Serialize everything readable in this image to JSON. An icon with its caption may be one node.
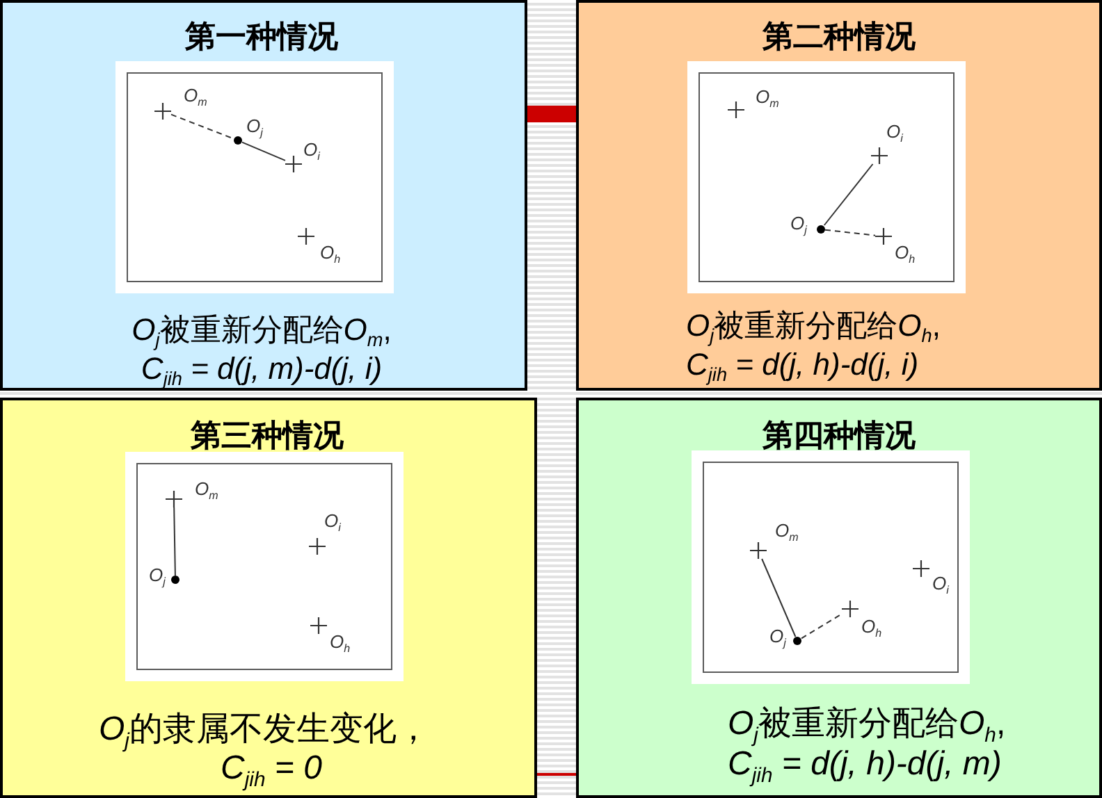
{
  "diagram": {
    "nodes": [
      {
        "text": [
          "第一种情况",
          "O$_{j}$被重新分配给O$_{m}$,",
          "C$_{jih}$ = d(j, m)-d(j, i)"
        ]
      },
      {
        "text": [],
        "shape": "box",
        "in": 0
      },
      {
        "text": [],
        "shape": "cross",
        "beside": [
          "O$_{m}$"
        ],
        "in": 1
      },
      {
        "text": [],
        "shape": "dot",
        "beside": [
          "O$_{j}$"
        ],
        "in": 1
      },
      {
        "text": [],
        "shape": "cross",
        "beside": [
          "O$_{i}$"
        ],
        "in": 1
      },
      {
        "text": [],
        "shape": "cross",
        "beside": [
          "O$_{h}$"
        ],
        "in": 1
      },
      {
        "text": [
          "第二种情况",
          "O$_{j}$被重新分配给O$_{h}$,",
          "C$_{jih}$ = d(j, h)-d(j, i)"
        ]
      },
      {
        "text": [],
        "shape": "box",
        "in": 6
      },
      {
        "text": [],
        "shape": "cross",
        "beside": [
          "O$_{m}$"
        ],
        "in": 7
      },
      {
        "text": [],
        "shape": "cross",
        "beside": [
          "O$_{i}$"
        ],
        "in": 7
      },
      {
        "text": [],
        "shape": "dot",
        "beside": [
          "O$_{j}$"
        ],
        "in": 7
      },
      {
        "text": [],
        "shape": "cross",
        "beside": [
          "O$_{h}$"
        ],
        "in": 7
      },
      {
        "text": [
          "第三种情况",
          "O$_{j}$的隶属不发生变化，",
          "C$_{jih}$ = 0"
        ]
      },
      {
        "text": [],
        "shape": "box",
        "in": 12
      },
      {
        "text": [],
        "shape": "cross",
        "beside": [
          "O$_{m}$"
        ],
        "in": 13
      },
      {
        "text": [],
        "shape": "cross",
        "beside": [
          "O$_{i}$"
        ],
        "in": 13
      },
      {
        "text": [],
        "shape": "dot",
        "beside": [
          "O$_{j}$"
        ],
        "in": 13
      },
      {
        "text": [],
        "shape": "cross",
        "beside": [
          "O$_{h}$"
        ],
        "in": 13
      },
      {
        "text": [
          "第四种情况",
          "O$_{j}$被重新分配给O$_{h}$,",
          "C$_{jih}$ = d(j, h)-d(j, m)"
        ]
      },
      {
        "text": [],
        "shape": "box",
        "in": 18
      },
      {
        "text": [],
        "shape": "cross",
        "beside": [
          "O$_{m}$"
        ],
        "in": 19
      },
      {
        "text": [],
        "shape": "cross",
        "beside": [
          "O$_{i}$"
        ],
        "in": 19
      },
      {
        "text": [],
        "shape": "cross",
        "beside": [
          "O$_{h}$"
        ],
        "in": 19
      },
      {
        "text": [],
        "shape": "dot",
        "beside": [
          "O$_{j}$"
        ],
        "in": 19
      }
    ],
    "edges": [
      {
        "from": 2,
        "to": 3,
        "arrow": "none",
        "style": "dashed"
      },
      {
        "from": 3,
        "to": 4,
        "arrow": "none"
      },
      {
        "from": 10,
        "to": 9,
        "arrow": "none"
      },
      {
        "from": 10,
        "to": 11,
        "arrow": "none",
        "style": "dashed"
      },
      {
        "from": 14,
        "to": 16,
        "arrow": "none"
      },
      {
        "from": 20,
        "to": 23,
        "arrow": "none"
      },
      {
        "from": 23,
        "to": 22,
        "arrow": "none",
        "style": "dashed"
      }
    ]
  }
}
